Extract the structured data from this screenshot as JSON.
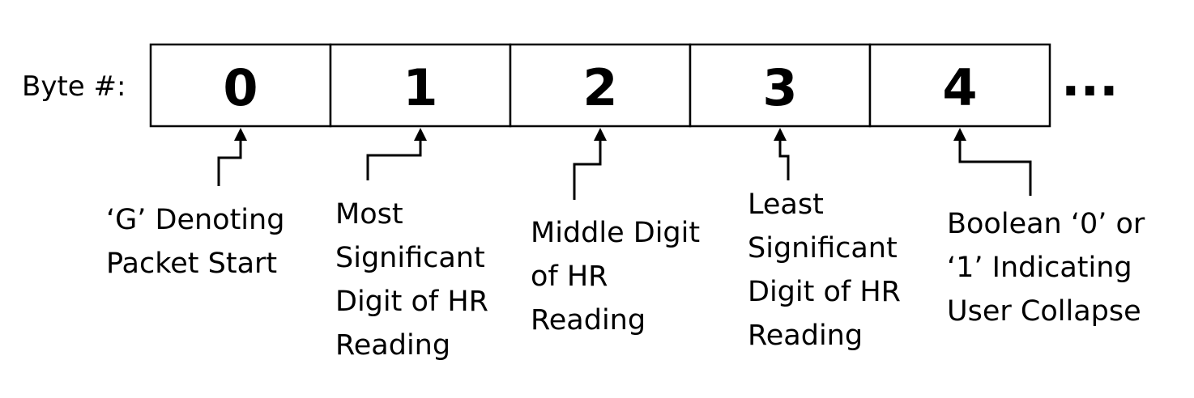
{
  "row_label": "Byte #:",
  "ellipsis": "...",
  "colors": {
    "line": "#000000",
    "text": "#000000",
    "background": "#ffffff"
  },
  "bytes": [
    {
      "number": "0",
      "description": [
        "‘G’ Denoting",
        "Packet Start"
      ]
    },
    {
      "number": "1",
      "description": [
        "Most",
        "Significant",
        "Digit of HR",
        "Reading"
      ]
    },
    {
      "number": "2",
      "description": [
        "Middle Digit",
        "of HR",
        "Reading"
      ]
    },
    {
      "number": "3",
      "description": [
        "Least",
        "Significant",
        "Digit of HR",
        "Reading"
      ]
    },
    {
      "number": "4",
      "description": [
        "Boolean ‘0’ or",
        "‘1’ Indicating",
        "User Collapse"
      ]
    }
  ]
}
